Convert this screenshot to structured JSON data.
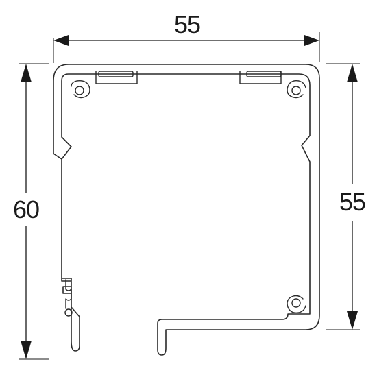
{
  "dimensions": {
    "top_width": "55",
    "left_height": "60",
    "right_height": "55"
  },
  "colors": {
    "line": "#1a1a1a",
    "profile_stroke": "#2a2a2a",
    "background": "#ffffff"
  }
}
